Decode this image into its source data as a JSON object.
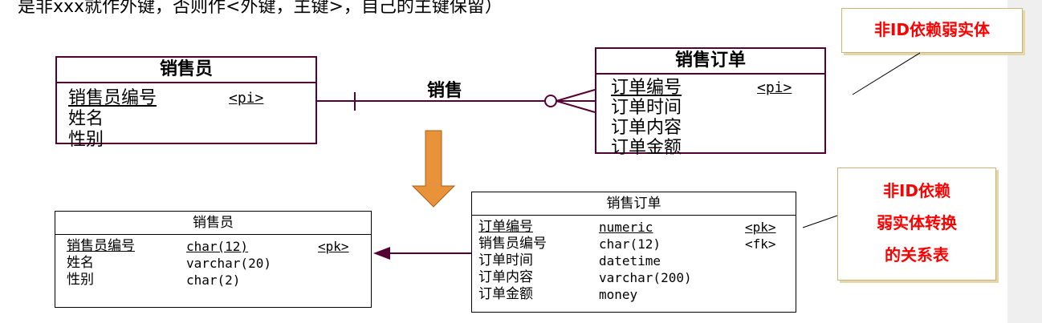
{
  "top_text": "是非xxx就作外键，否则作<外键，主键>，自己的主键保留）",
  "callout_top": "非ID依赖弱实体",
  "callout_bottom": [
    "非ID依赖",
    "弱实体转换",
    "的关系表"
  ],
  "relationship_label": "销售",
  "er_entities": {
    "salesperson": {
      "title": "销售员",
      "attrs": [
        {
          "name": "销售员编号",
          "tag": "<pi>"
        },
        {
          "name": "姓名",
          "tag": ""
        },
        {
          "name": "性别",
          "tag": ""
        }
      ]
    },
    "order": {
      "title": "销售订单",
      "attrs": [
        {
          "name": "订单编号",
          "tag": "<pi>"
        },
        {
          "name": "订单时间",
          "tag": ""
        },
        {
          "name": "订单内容",
          "tag": ""
        },
        {
          "name": "订单金额",
          "tag": ""
        }
      ]
    }
  },
  "tables": {
    "salesperson": {
      "title": "销售员",
      "rows": [
        {
          "name": "销售员编号",
          "type": "char(12)",
          "key": "<pk>"
        },
        {
          "name": "姓名",
          "type": "varchar(20)",
          "key": ""
        },
        {
          "name": "性别",
          "type": "char(2)",
          "key": ""
        }
      ]
    },
    "order": {
      "title": "销售订单",
      "rows": [
        {
          "name": "订单编号",
          "type": "numeric",
          "key": "<pk>"
        },
        {
          "name": "销售员编号",
          "type": "char(12)",
          "key": "<fk>"
        },
        {
          "name": "订单时间",
          "type": "datetime",
          "key": ""
        },
        {
          "name": "订单内容",
          "type": "varchar(200)",
          "key": ""
        },
        {
          "name": "订单金额",
          "type": "money",
          "key": ""
        }
      ]
    }
  },
  "colors": {
    "entity_border": "#550033",
    "callout_text": "#ff0000",
    "arrow_fill": "#e8923a"
  }
}
